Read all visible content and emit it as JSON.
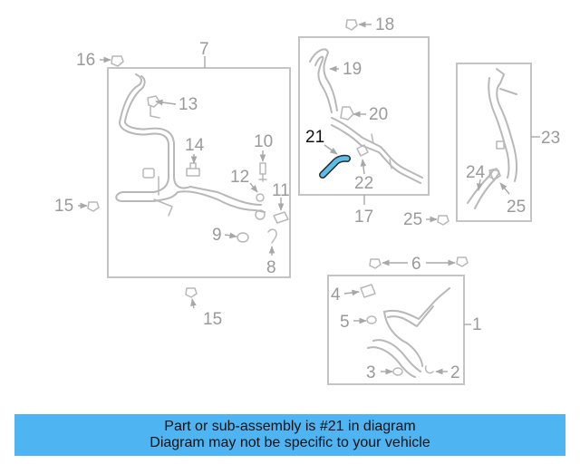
{
  "callouts": {
    "n1": "1",
    "n2": "2",
    "n3": "3",
    "n4": "4",
    "n5": "5",
    "n6": "6",
    "n7": "7",
    "n8": "8",
    "n9": "9",
    "n10": "10",
    "n11": "11",
    "n12": "12",
    "n13": "13",
    "n14": "14",
    "n15a": "15",
    "n15b": "15",
    "n16": "16",
    "n17": "17",
    "n18": "18",
    "n19": "19",
    "n20": "20",
    "n21": "21",
    "n22": "22",
    "n23": "23",
    "n24": "24",
    "n25a": "25",
    "n25b": "25"
  },
  "highlight": {
    "part_number": "21",
    "color": "#5bbde9"
  },
  "banner": {
    "line1": "Part or sub-assembly is #21 in diagram",
    "line2": "Diagram may not be specific to your vehicle",
    "background": "#4fb4f2"
  }
}
